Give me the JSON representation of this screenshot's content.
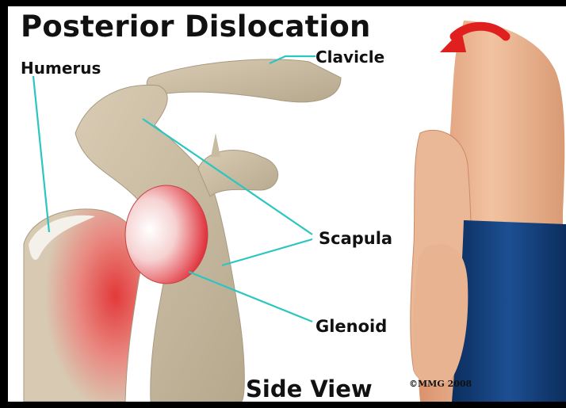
{
  "title": "Posterior Dislocation",
  "labels": {
    "humerus": "Humerus",
    "clavicle": "Clavicle",
    "scapula": "Scapula",
    "glenoid": "Glenoid"
  },
  "view_caption": "Side View",
  "copyright": "©MMG 2008",
  "colors": {
    "leader_line": "#2bc6c0",
    "bone": "#cdbfa6",
    "dislocation_highlight": "#e23a3a",
    "arrow": "#e01f1f",
    "trunks": "#123f78",
    "skin": "#e7b08c"
  },
  "icons": [
    "rotation-arrow-icon"
  ]
}
